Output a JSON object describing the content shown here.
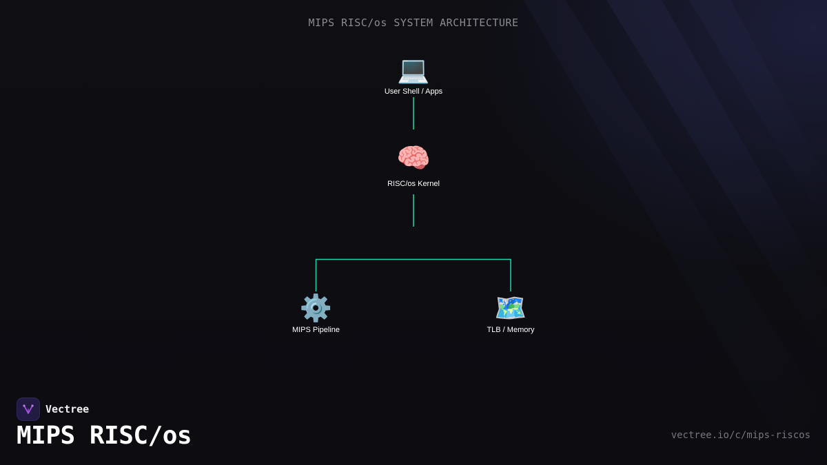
{
  "diagram": {
    "title": "MIPS RISC/os SYSTEM ARCHITECTURE",
    "connector_color": "#1ed6b0",
    "nodes": [
      {
        "id": "shell",
        "label": "User Shell / Apps",
        "icon": "laptop-icon",
        "glyph": "💻"
      },
      {
        "id": "kernel",
        "label": "RISC/os Kernel",
        "icon": "brain-icon",
        "glyph": "🧠"
      },
      {
        "id": "pipeline",
        "label": "MIPS Pipeline",
        "icon": "gear-icon",
        "glyph": "⚙️"
      },
      {
        "id": "tlb",
        "label": "TLB / Memory",
        "icon": "map-icon",
        "glyph": "🗺️"
      }
    ],
    "edges": [
      {
        "from": "shell",
        "to": "kernel"
      },
      {
        "from": "kernel",
        "to": "pipeline"
      },
      {
        "from": "kernel",
        "to": "tlb"
      }
    ]
  },
  "brand": {
    "name": "Vectree",
    "logo_icon": "vectree-logo-icon",
    "logo_color": "#a64fe0"
  },
  "footer": {
    "title": "MIPS RISC/os",
    "url": "vectree.io/c/mips-riscos"
  },
  "colors": {
    "background": "#0d0d12",
    "title_text": "#8a8a93",
    "url_text": "#75757f"
  }
}
